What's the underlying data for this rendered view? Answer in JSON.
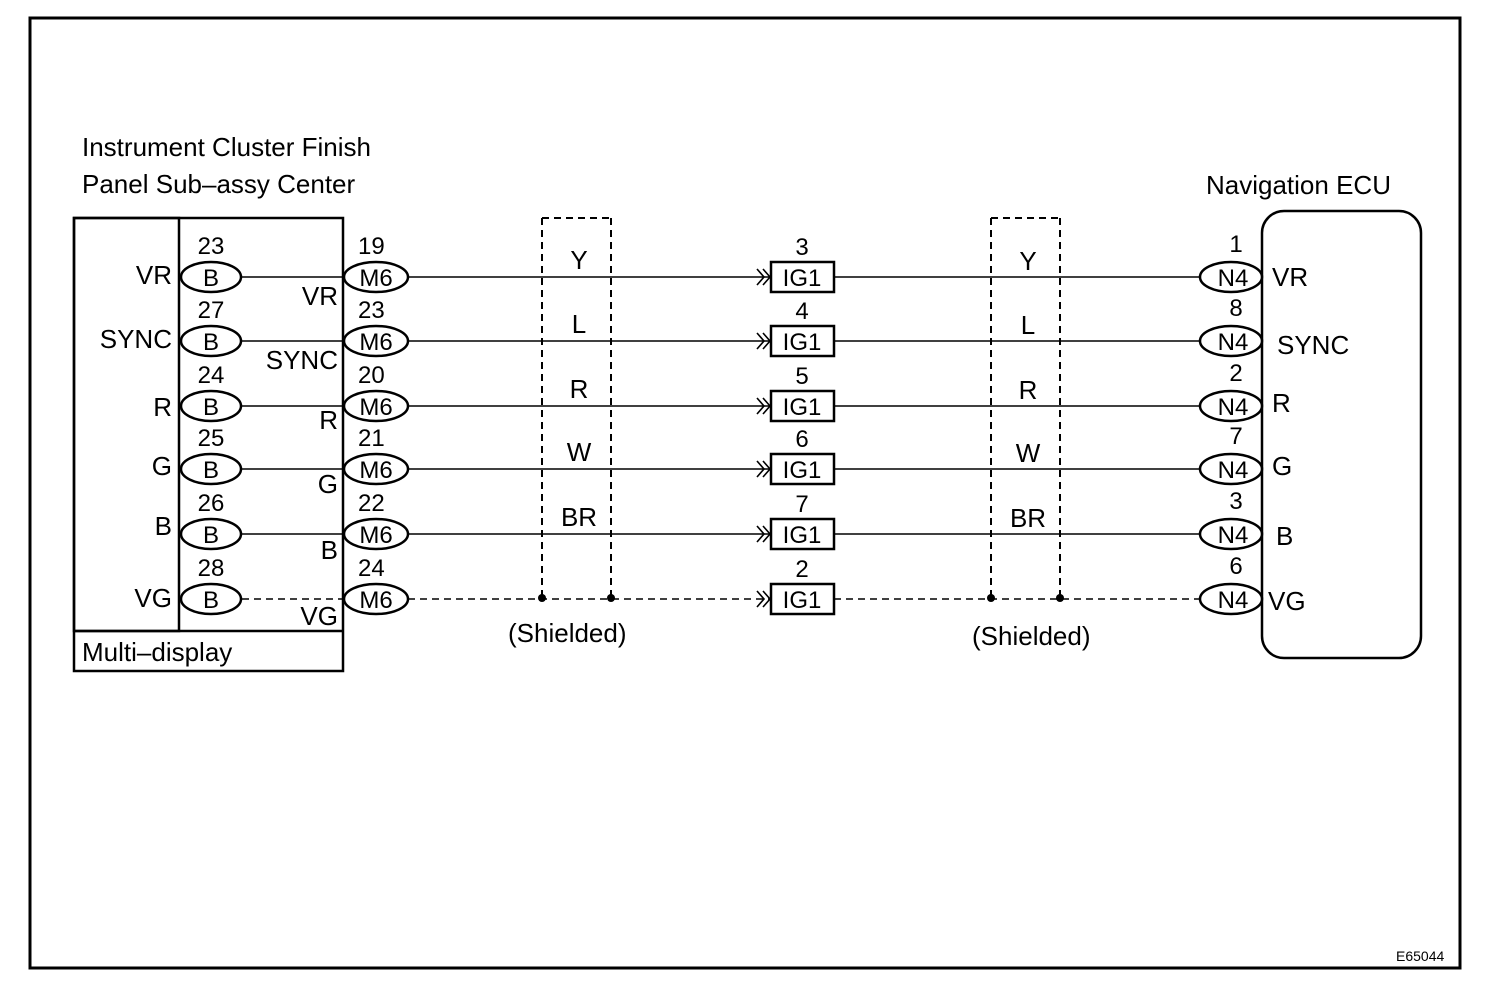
{
  "diagram": {
    "figure_id": "E65044",
    "left_component": {
      "title_line1": "Instrument  Cluster  Finish",
      "title_line2": "Panel Sub–assy Center",
      "sub_label": "Multi–display"
    },
    "right_component": {
      "title": "Navigation ECU"
    },
    "shield_label": "(Shielded)",
    "circuits": [
      {
        "inner_label": "VR",
        "inner_pin": "23",
        "inner_conn": "B",
        "outer_label": "VR",
        "m6_pin": "19",
        "m6_conn": "M6",
        "wire_left": "Y",
        "ig_pin": "3",
        "ig_conn": "IG1",
        "wire_right": "Y",
        "n4_pin": "1",
        "n4_conn": "N4",
        "ecu_label": "VR",
        "shielded": false
      },
      {
        "inner_label": "SYNC",
        "inner_pin": "27",
        "inner_conn": "B",
        "outer_label": "SYNC",
        "m6_pin": "23",
        "m6_conn": "M6",
        "wire_left": "L",
        "ig_pin": "4",
        "ig_conn": "IG1",
        "wire_right": "L",
        "n4_pin": "8",
        "n4_conn": "N4",
        "ecu_label": "SYNC",
        "shielded": false
      },
      {
        "inner_label": "R",
        "inner_pin": "24",
        "inner_conn": "B",
        "outer_label": "R",
        "m6_pin": "20",
        "m6_conn": "M6",
        "wire_left": "R",
        "ig_pin": "5",
        "ig_conn": "IG1",
        "wire_right": "R",
        "n4_pin": "2",
        "n4_conn": "N4",
        "ecu_label": "R",
        "shielded": false
      },
      {
        "inner_label": "G",
        "inner_pin": "25",
        "inner_conn": "B",
        "outer_label": "G",
        "m6_pin": "21",
        "m6_conn": "M6",
        "wire_left": "W",
        "ig_pin": "6",
        "ig_conn": "IG1",
        "wire_right": "W",
        "n4_pin": "7",
        "n4_conn": "N4",
        "ecu_label": "G",
        "shielded": false
      },
      {
        "inner_label": "B",
        "inner_pin": "26",
        "inner_conn": "B",
        "outer_label": "B",
        "m6_pin": "22",
        "m6_conn": "M6",
        "wire_left": "BR",
        "ig_pin": "7",
        "ig_conn": "IG1",
        "wire_right": "BR",
        "n4_pin": "3",
        "n4_conn": "N4",
        "ecu_label": "B",
        "shielded": false
      },
      {
        "inner_label": "VG",
        "inner_pin": "28",
        "inner_conn": "B",
        "outer_label": "VG",
        "m6_pin": "24",
        "m6_conn": "M6",
        "wire_left": "",
        "ig_pin": "2",
        "ig_conn": "IG1",
        "wire_right": "",
        "n4_pin": "6",
        "n4_conn": "N4",
        "ecu_label": "VG",
        "shielded": true
      }
    ]
  }
}
